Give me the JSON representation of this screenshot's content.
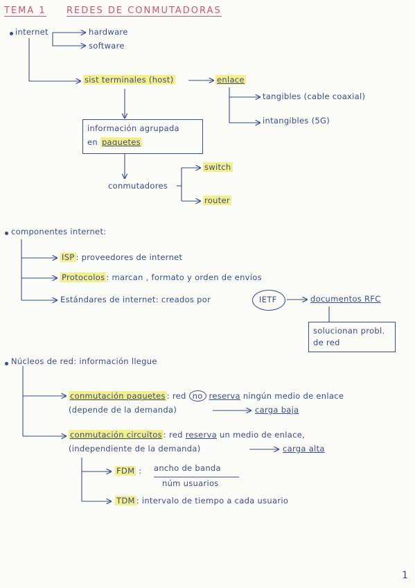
{
  "title": {
    "tema": "TEMA 1",
    "topic": "REDES DE CONMUTADORAS"
  },
  "internet": {
    "root": "internet",
    "hardware": "hardware",
    "software": "software",
    "sist_terminales": "sist terminales (host)",
    "enlace": "enlace",
    "tangibles": "tangibles (cable coaxial)",
    "intangibles": "intangibles (5G)",
    "info_line1": "información agrupada",
    "info_line2_prefix": "en",
    "info_line2_word": "paquetes",
    "conmutadores": "conmutadores",
    "switch": "switch",
    "router": "router"
  },
  "componentes": {
    "heading": "componentes internet:",
    "isp_term": "ISP",
    "isp_desc": ": proveedores de internet",
    "protocolos_term": "Protocolos",
    "protocolos_desc": ": marcan , formato y orden de envíos",
    "estandares": "Estándares de internet: creados por",
    "ietf": "IETF",
    "documentos": "documentos RFC",
    "solucionan_line1": "solucionan probl.",
    "solucionan_line2": "de red"
  },
  "nucleos": {
    "heading": "Núcleos de red: información llegue",
    "cp_term": "conmutación paquetes",
    "cp_mid": ": red",
    "cp_no": "no",
    "cp_reserva": "reserva",
    "cp_rest": "ningún medio de enlace",
    "cp_dep": "(depende de la demanda)",
    "cp_carga": "carga baja",
    "cc_term": "conmutación circuitos",
    "cc_mid": ": red",
    "cc_reserva": "reserva",
    "cc_rest": "un medio de enlace,",
    "cc_indep": "(independiente de la demanda)",
    "cc_carga": "carga alta",
    "fdm_term": "FDM",
    "fdm_num": "ancho de banda",
    "fdm_den": "núm usuarios",
    "tdm_term": "TDM",
    "tdm_desc": ": intervalo de tiempo a cada usuario"
  },
  "page_number": "1"
}
